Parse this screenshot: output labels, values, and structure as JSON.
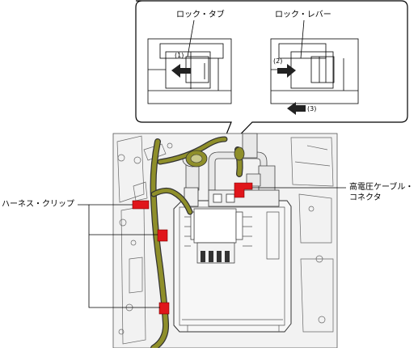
{
  "callout": {
    "lock_tab_label": "ロック・タブ",
    "lock_lever_label": "ロック・レバー",
    "step1": "(1)",
    "step2": "(2)",
    "step3": "(3)"
  },
  "labels": {
    "harness_clip": "ハーネス・クリップ",
    "hv_cable_line1": "高電圧ケーブル・",
    "hv_cable_line2": "コネクタ"
  },
  "colors": {
    "callout_border": "#000000",
    "arrow": "#222222",
    "harness": "#8f8f2a",
    "clip": "#e0161b",
    "body": "#f4f4f4",
    "outline": "#333333"
  }
}
